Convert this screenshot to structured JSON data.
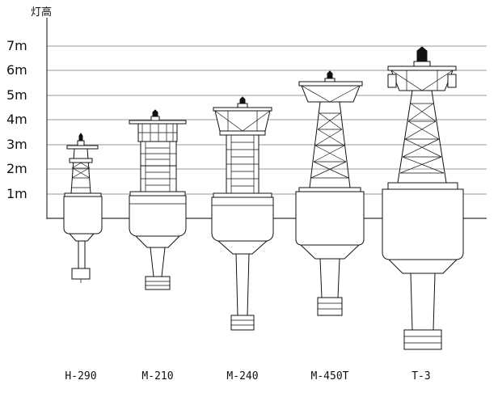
{
  "axis": {
    "title": "灯高",
    "ticks": [
      "1m",
      "2m",
      "3m",
      "4m",
      "5m",
      "6m",
      "7m"
    ]
  },
  "buoys": [
    {
      "model": "H-290"
    },
    {
      "model": "M-210"
    },
    {
      "model": "M-240"
    },
    {
      "model": "M-450T"
    },
    {
      "model": "T-3"
    }
  ]
}
